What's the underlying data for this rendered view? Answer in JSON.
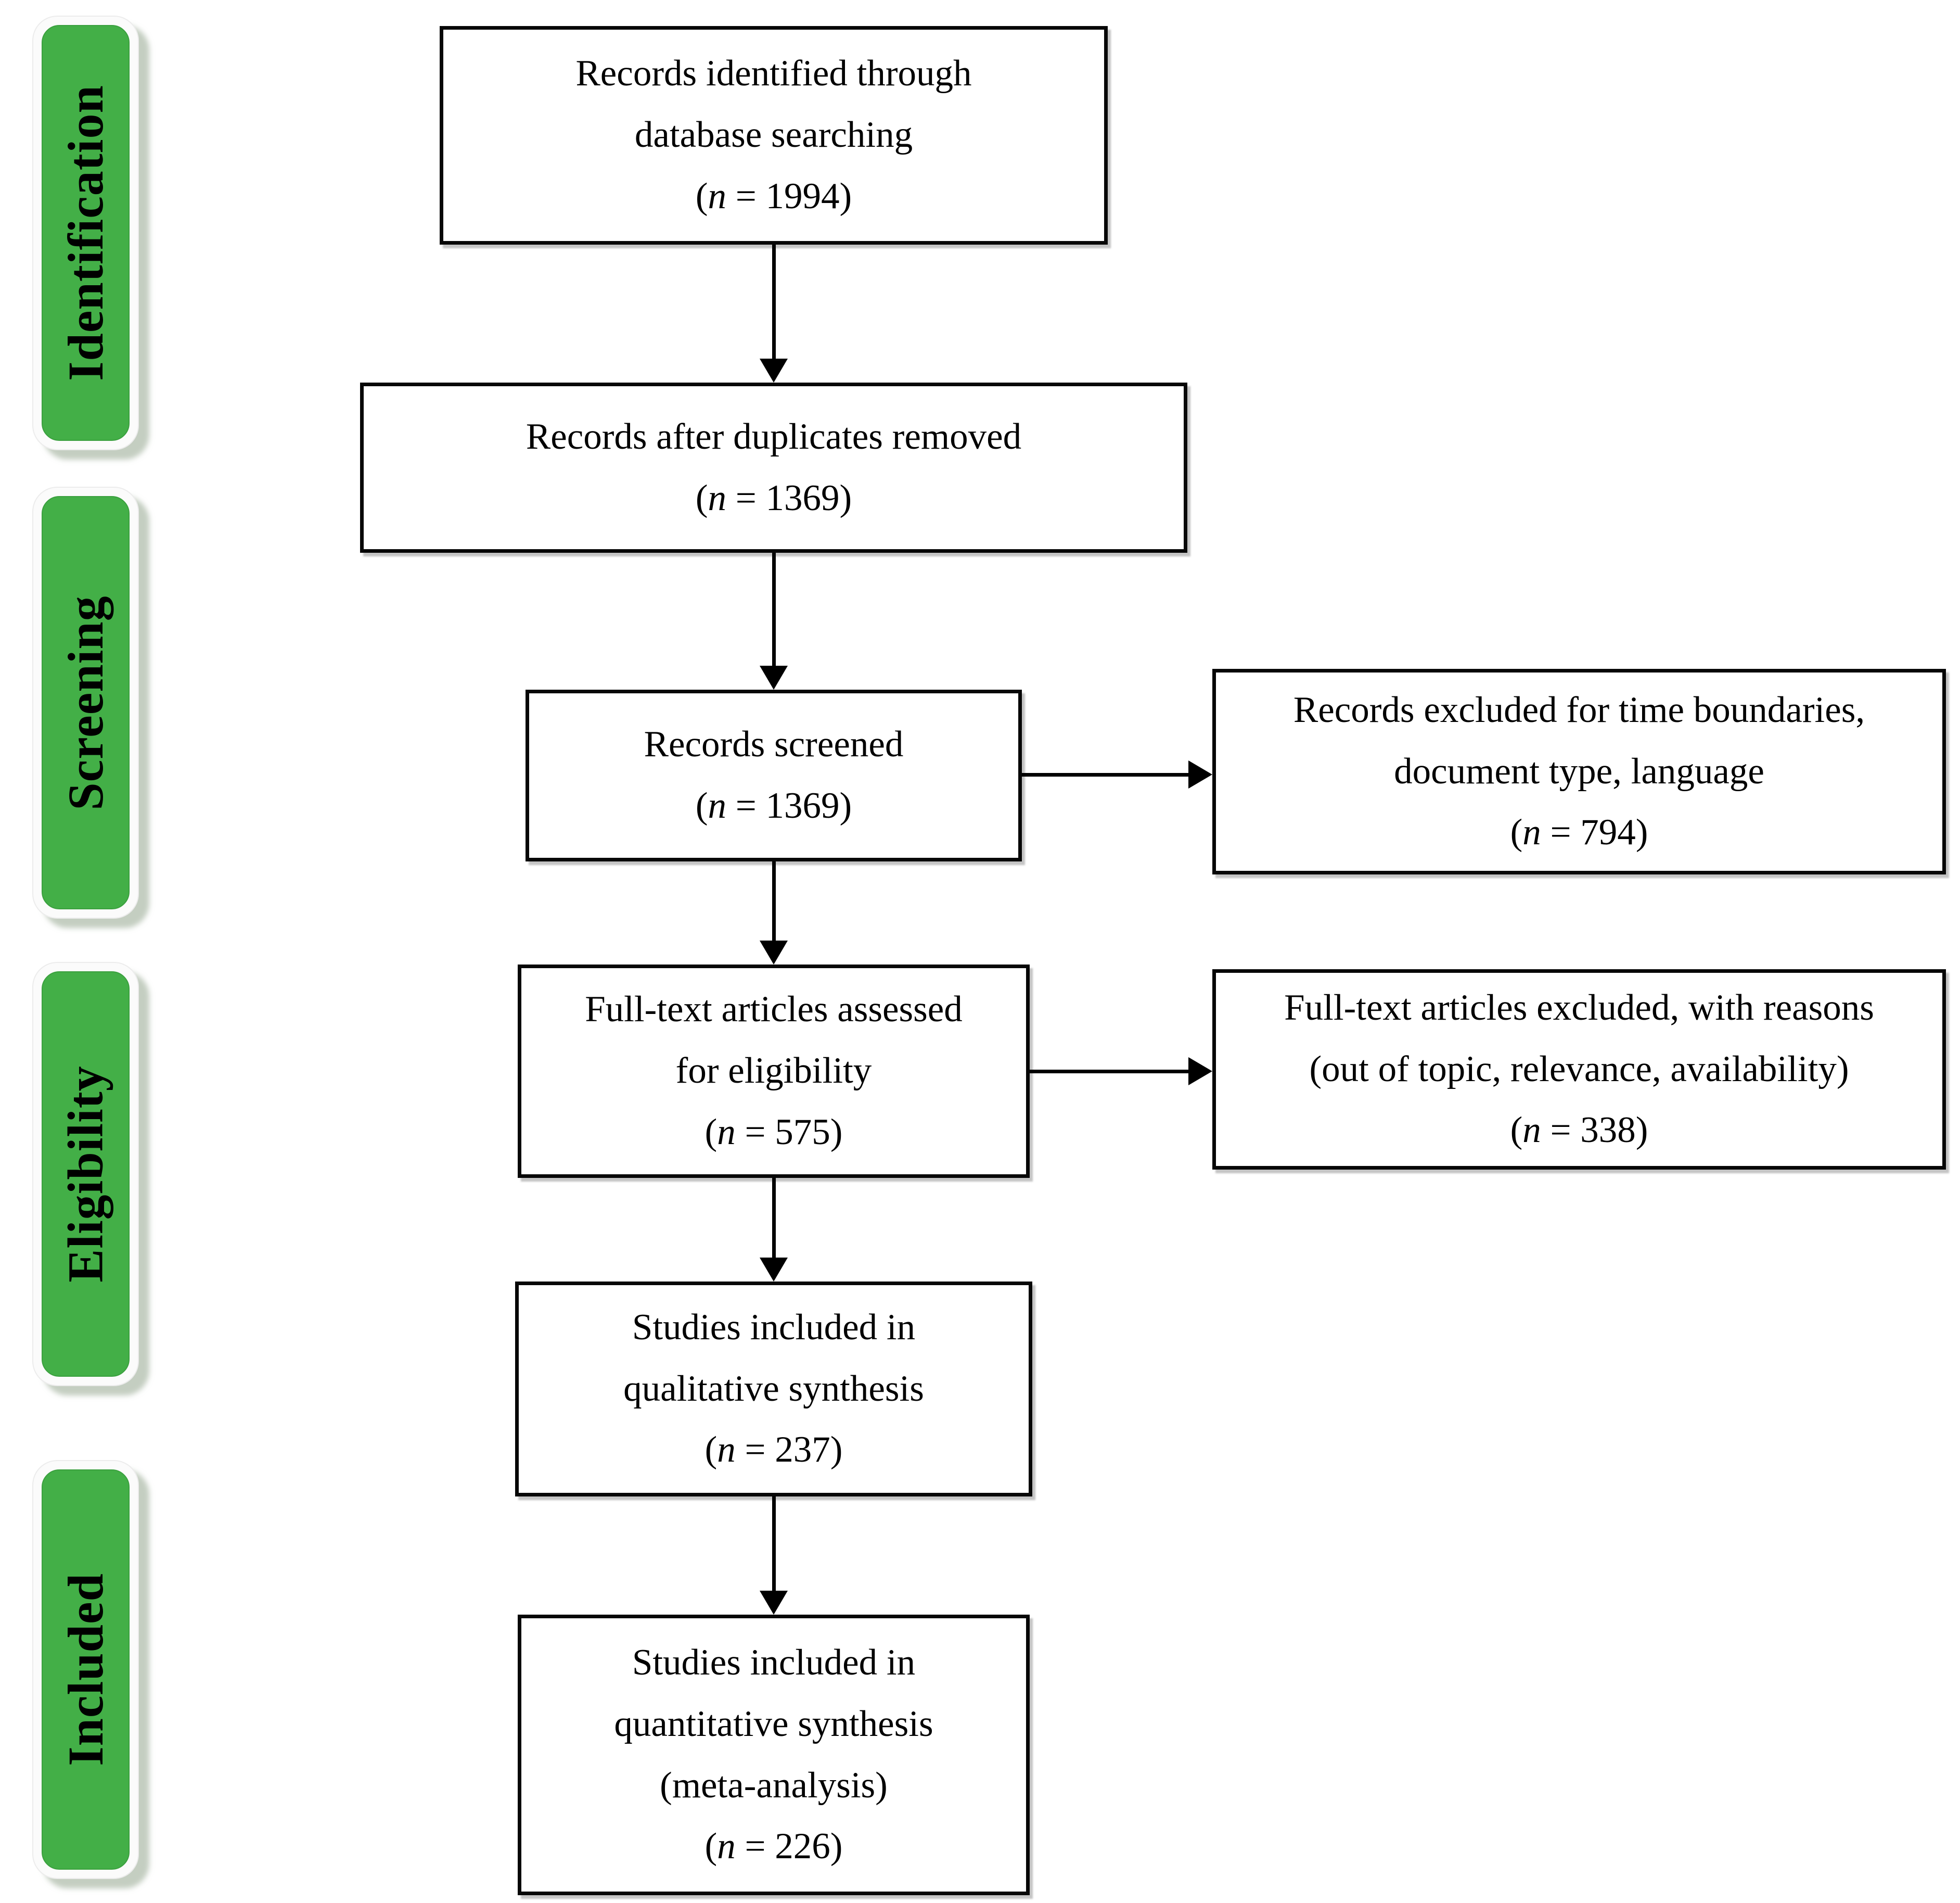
{
  "sidebar": {
    "pill_color": "#43af47",
    "stages": [
      {
        "label": "Identification"
      },
      {
        "label": "Screening"
      },
      {
        "label": "Eligibility"
      },
      {
        "label": "Included"
      }
    ]
  },
  "flow": {
    "box_border_color": "#000000",
    "main_boxes": [
      {
        "name": "records-identified",
        "lines": [
          "Records identified through",
          "database searching"
        ],
        "n": {
          "open": "(",
          "var": "n",
          "rest": " = 1994)"
        }
      },
      {
        "name": "records-deduplicated",
        "lines": [
          "Records after duplicates removed"
        ],
        "n": {
          "open": "(",
          "var": "n",
          "rest": " = 1369)"
        }
      },
      {
        "name": "records-screened",
        "lines": [
          "Records screened"
        ],
        "n": {
          "open": "(",
          "var": "n",
          "rest": " = 1369)"
        }
      },
      {
        "name": "fulltext-assessed",
        "lines": [
          "Full-text articles assessed",
          "for eligibility"
        ],
        "n": {
          "open": "(",
          "var": "n",
          "rest": " = 575)"
        }
      },
      {
        "name": "qualitative-synthesis",
        "lines": [
          "Studies included in",
          "qualitative synthesis"
        ],
        "n": {
          "open": "(",
          "var": "n",
          "rest": " = 237)"
        }
      },
      {
        "name": "quantitative-synthesis",
        "lines": [
          "Studies included in",
          "quantitative synthesis",
          "(meta-analysis)"
        ],
        "n": {
          "open": "(",
          "var": "n",
          "rest": " = 226)"
        }
      }
    ],
    "side_boxes": [
      {
        "name": "records-excluded",
        "lines": [
          "Records excluded for time boundaries,",
          "document type, language"
        ],
        "n": {
          "open": "(",
          "var": "n",
          "rest": " = 794)"
        }
      },
      {
        "name": "fulltext-excluded",
        "lines": [
          "Full-text articles excluded, with reasons",
          "(out of topic, relevance, availability)"
        ],
        "n": {
          "open": "(",
          "var": "n",
          "rest": " = 338)"
        }
      }
    ]
  }
}
